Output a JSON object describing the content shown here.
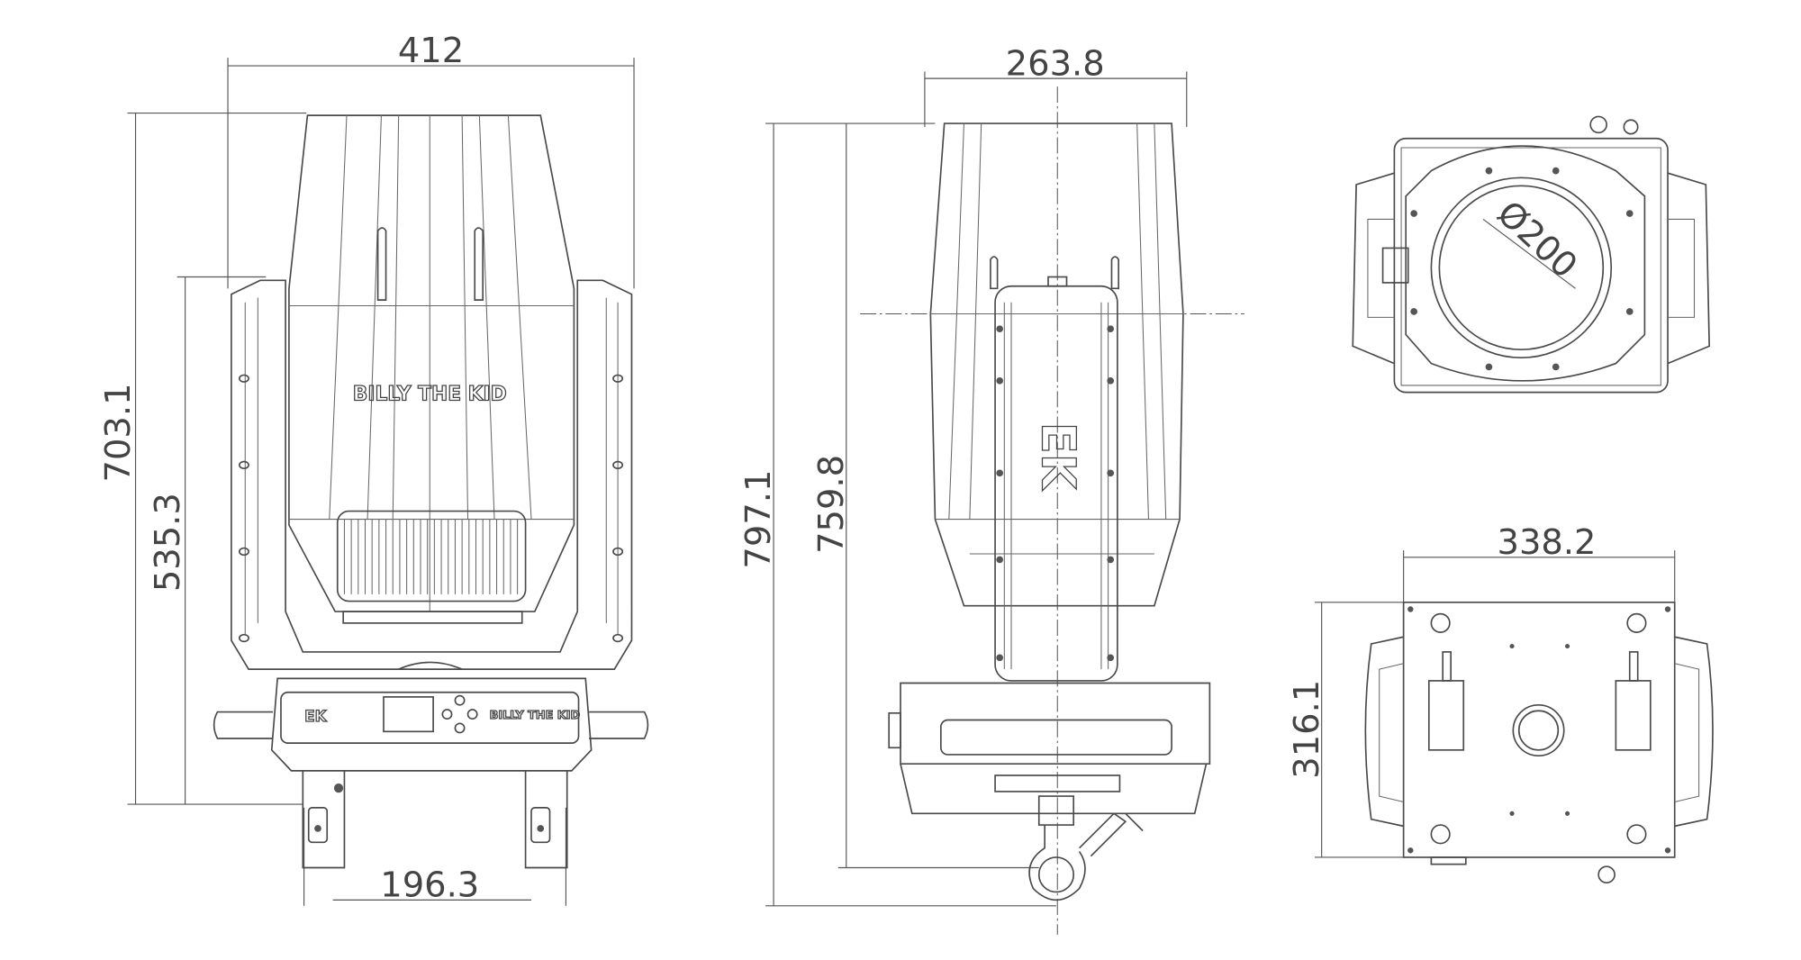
{
  "title": "Moving head fixture dimension drawing",
  "front_view": {
    "width_label": "412",
    "total_height_label": "703.1",
    "yoke_height_label": "535.3",
    "leg_spacing_label": "196.3",
    "head_logo": "BILLY THE KID",
    "base_logo": "EK",
    "base_logo_2": "BILLY THE KID"
  },
  "side_view": {
    "width_label": "263.8",
    "total_height_label": "797.1",
    "height_no_clamp_label": "759.8",
    "yoke_logo": "EK"
  },
  "top_view": {
    "lens_diameter_label": "Ø200"
  },
  "bottom_view": {
    "width_label": "338.2",
    "depth_label": "316.1"
  }
}
